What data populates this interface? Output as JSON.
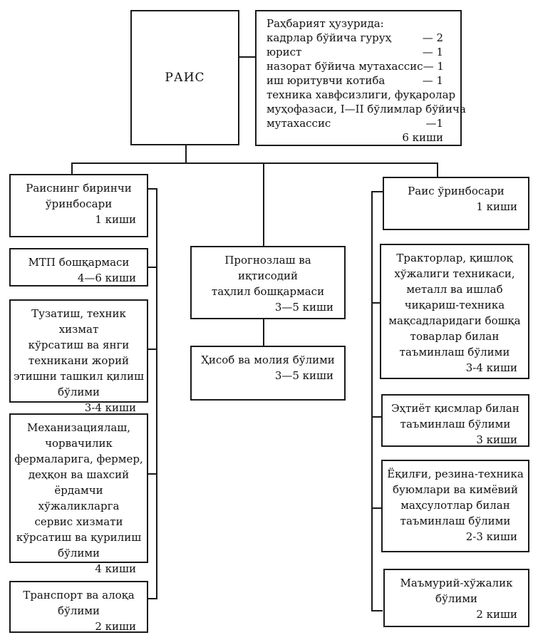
{
  "diagram": {
    "rais": {
      "title": "РАИС"
    },
    "management": {
      "rows": [
        {
          "label": "Раҳбарият ҳузурида:",
          "num": ""
        },
        {
          "label": "кадрлар бўйича гуруҳ",
          "num": "— 2"
        },
        {
          "label": "юрист",
          "num": "— 1"
        },
        {
          "label": "назорат бўйича мутахассис",
          "num": "— 1"
        },
        {
          "label": "иш юритувчи котиба",
          "num": "— 1"
        },
        {
          "label": "техника хавфсизлиги, фуқаролар",
          "num": ""
        },
        {
          "label": "муҳофазаси, I—II бўлимлар бўйича",
          "num": ""
        },
        {
          "label": "мутахассис",
          "num": "—1"
        },
        {
          "label": "",
          "num": "6 киши"
        }
      ]
    },
    "left_column": {
      "boxes": [
        {
          "title": "Раиснинг биринчи\nўринбосари",
          "count": "1 киши"
        },
        {
          "title": "МТП бошқармаси",
          "count": "4—6 киши"
        },
        {
          "title": "Тузатиш, техник хизмат\nкўрсатиш ва янги\nтехникани жорий\nэтишни ташкил қилиш\nбўлими",
          "count": "3-4 киши"
        },
        {
          "title": "Механизациялаш,\nчорвачилик\nфермаларига, фермер,\nдеҳқон ва шахсий\nёрдамчи хўжаликларга\nсервис хизмати\nкўрсатиш ва қурилиш\nбўлими",
          "count": "4 киши"
        },
        {
          "title": "Транспорт ва алоқа\nбўлими",
          "count": "2 киши"
        }
      ]
    },
    "middle_column": {
      "boxes": [
        {
          "title": "Прогнозлаш ва иқтисодий\nтаҳлил бошқармаси",
          "count": "3—5 киши"
        },
        {
          "title": "Ҳисоб ва молия бўлими",
          "count": "3—5 киши"
        }
      ]
    },
    "right_column": {
      "boxes": [
        {
          "title": "Раис ўринбосари",
          "count": "1 киши"
        },
        {
          "title": "Тракторлар, қишлоқ\nхўжалиги техникаси,\nметалл ва ишлаб\nчиқариш-техника\nмақсадларидаги бошқа\nтоварлар билан\nтаъминлаш бўлими",
          "count": "3-4 киши"
        },
        {
          "title": "Эҳтиёт қисмлар билан\nтаъминлаш бўлими",
          "count": "3 киши"
        },
        {
          "title": "Ёқилғи, резина-техника\nбуюмлари ва кимёвий\nмаҳсулотлар билан\nтаъминлаш бўлими",
          "count": "2-3 киши"
        },
        {
          "title": "Маъмурий-хўжалик\nбўлими",
          "count": "2 киши"
        }
      ]
    }
  }
}
